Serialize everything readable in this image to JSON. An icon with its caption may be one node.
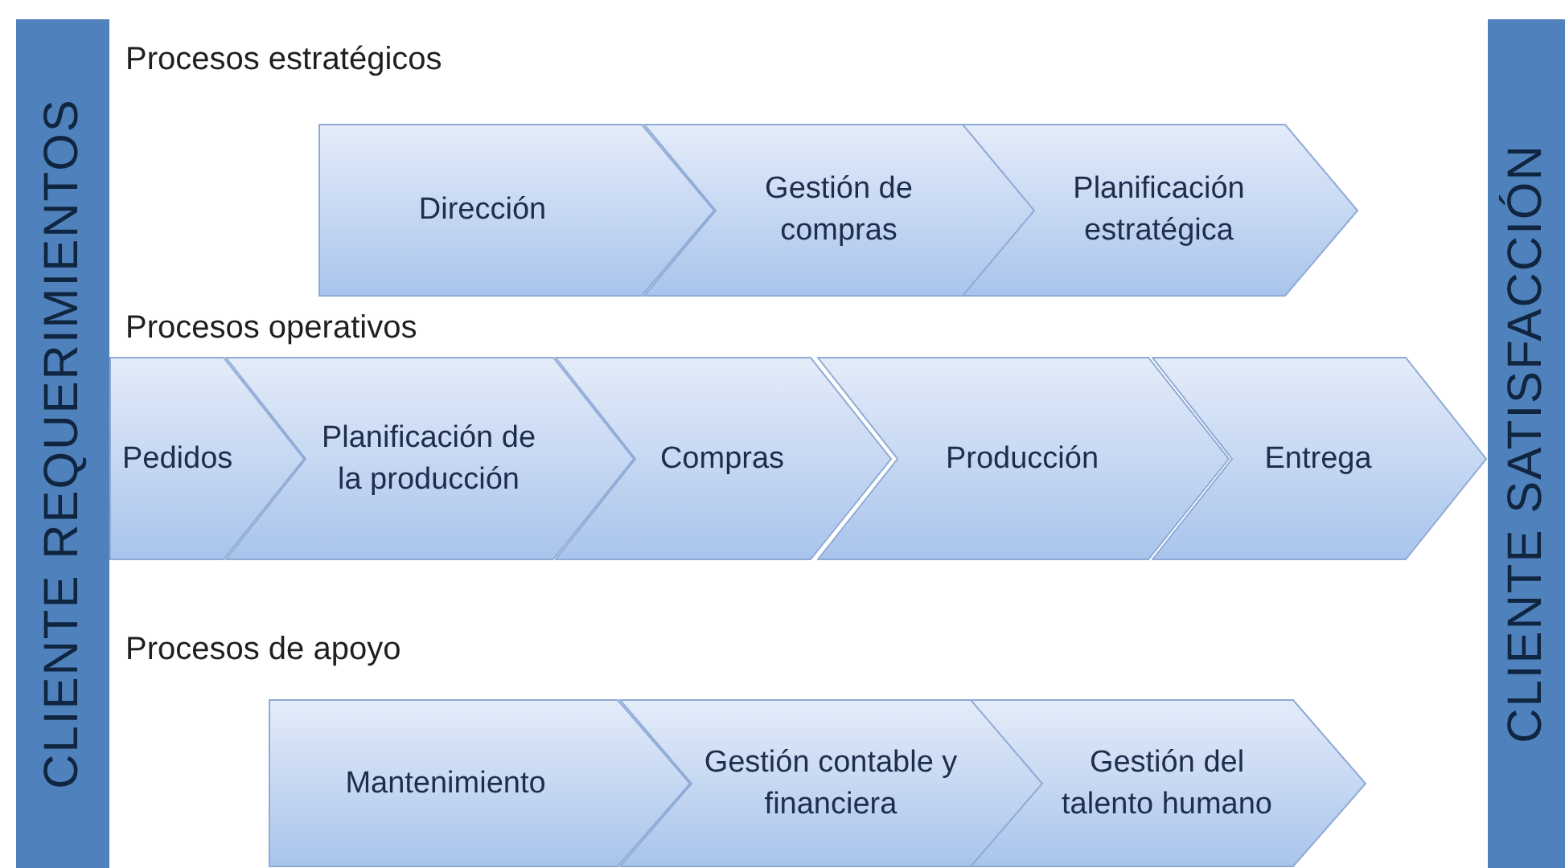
{
  "diagram": {
    "nodes": [
      {
        "text": [
          "CLIENTE REQUERIMIENTOS"
        ]
      },
      {
        "text": [
          "Dirección"
        ]
      },
      {
        "text": [
          "Gestión de compras"
        ]
      },
      {
        "text": [
          "Planificación estratégica"
        ]
      },
      {
        "text": [
          "Pedidos"
        ]
      },
      {
        "text": [
          "Planificación de la producción"
        ]
      },
      {
        "text": [
          "Compras"
        ]
      },
      {
        "text": [
          "Producción"
        ]
      },
      {
        "text": [
          "Entrega"
        ]
      },
      {
        "text": [
          "Mantenimiento"
        ]
      },
      {
        "text": [
          "Gestión contable y financiera"
        ]
      },
      {
        "text": [
          "Gestión del talento humano"
        ]
      },
      {
        "text": [
          "CLIENTE SATISFACCIÓN"
        ]
      }
    ],
    "edges": [],
    "labels": [
      "Procesos estratégicos",
      "Procesos operativos",
      "Procesos de apoyo"
    ]
  }
}
